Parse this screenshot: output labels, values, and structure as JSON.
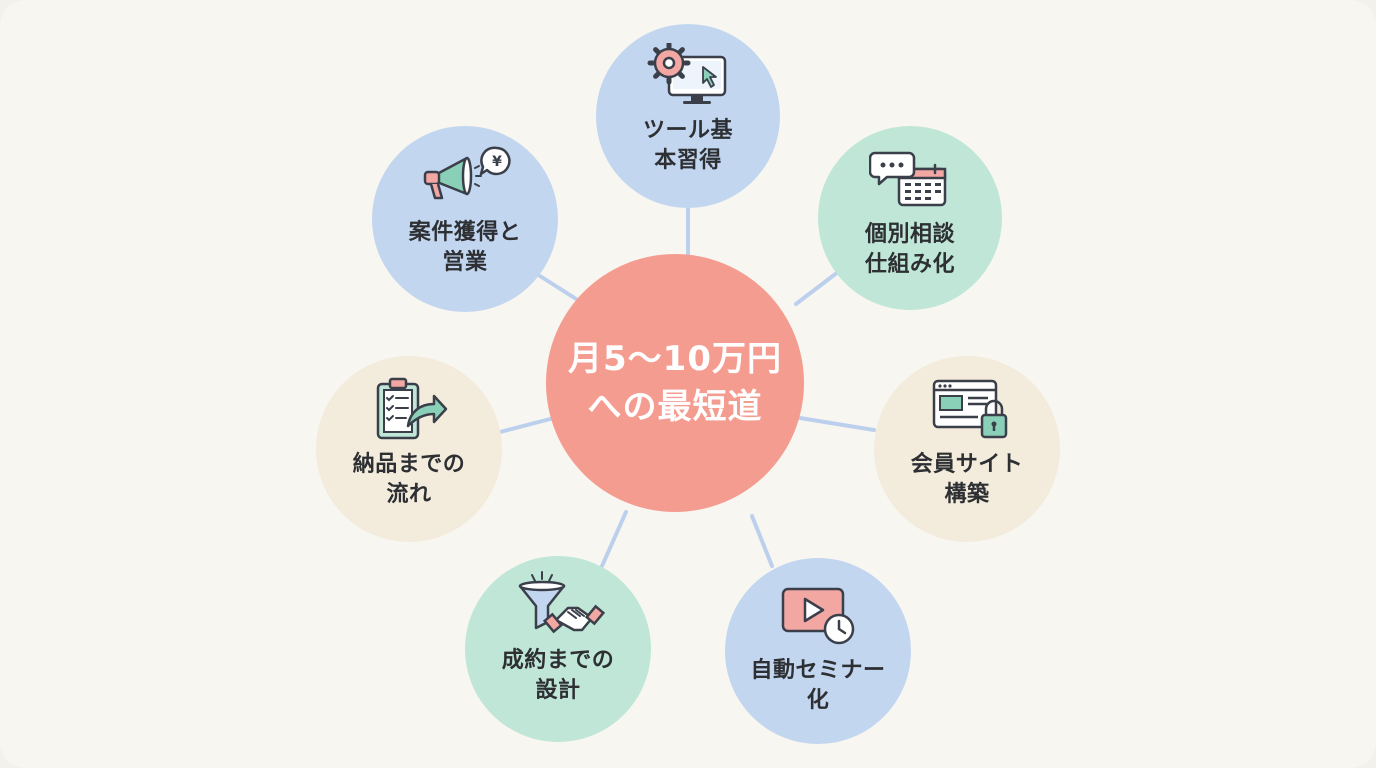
{
  "center": {
    "title": "月5〜10万円\nへの最短道"
  },
  "nodes": [
    {
      "id": "tools",
      "label": "ツール基\n本習得",
      "icon": "gear-monitor-icon"
    },
    {
      "id": "consult",
      "label": "個別相談\n仕組み化",
      "icon": "chat-calendar-icon"
    },
    {
      "id": "member",
      "label": "会員サイト\n構築",
      "icon": "browser-lock-icon"
    },
    {
      "id": "seminar",
      "label": "自動セミナー\n化",
      "icon": "video-clock-icon"
    },
    {
      "id": "closing",
      "label": "成約までの\n設計",
      "icon": "funnel-handshake-icon"
    },
    {
      "id": "delivery",
      "label": "納品までの\n流れ",
      "icon": "clipboard-arrow-icon"
    },
    {
      "id": "sales",
      "label": "案件獲得と\n営業",
      "icon": "megaphone-yen-icon"
    }
  ],
  "colors": {
    "center": "#f59c91",
    "blue": "#c3d6f0",
    "green": "#bfe6d6",
    "cream": "#f3ecdc",
    "connector": "#bcd0ee"
  }
}
